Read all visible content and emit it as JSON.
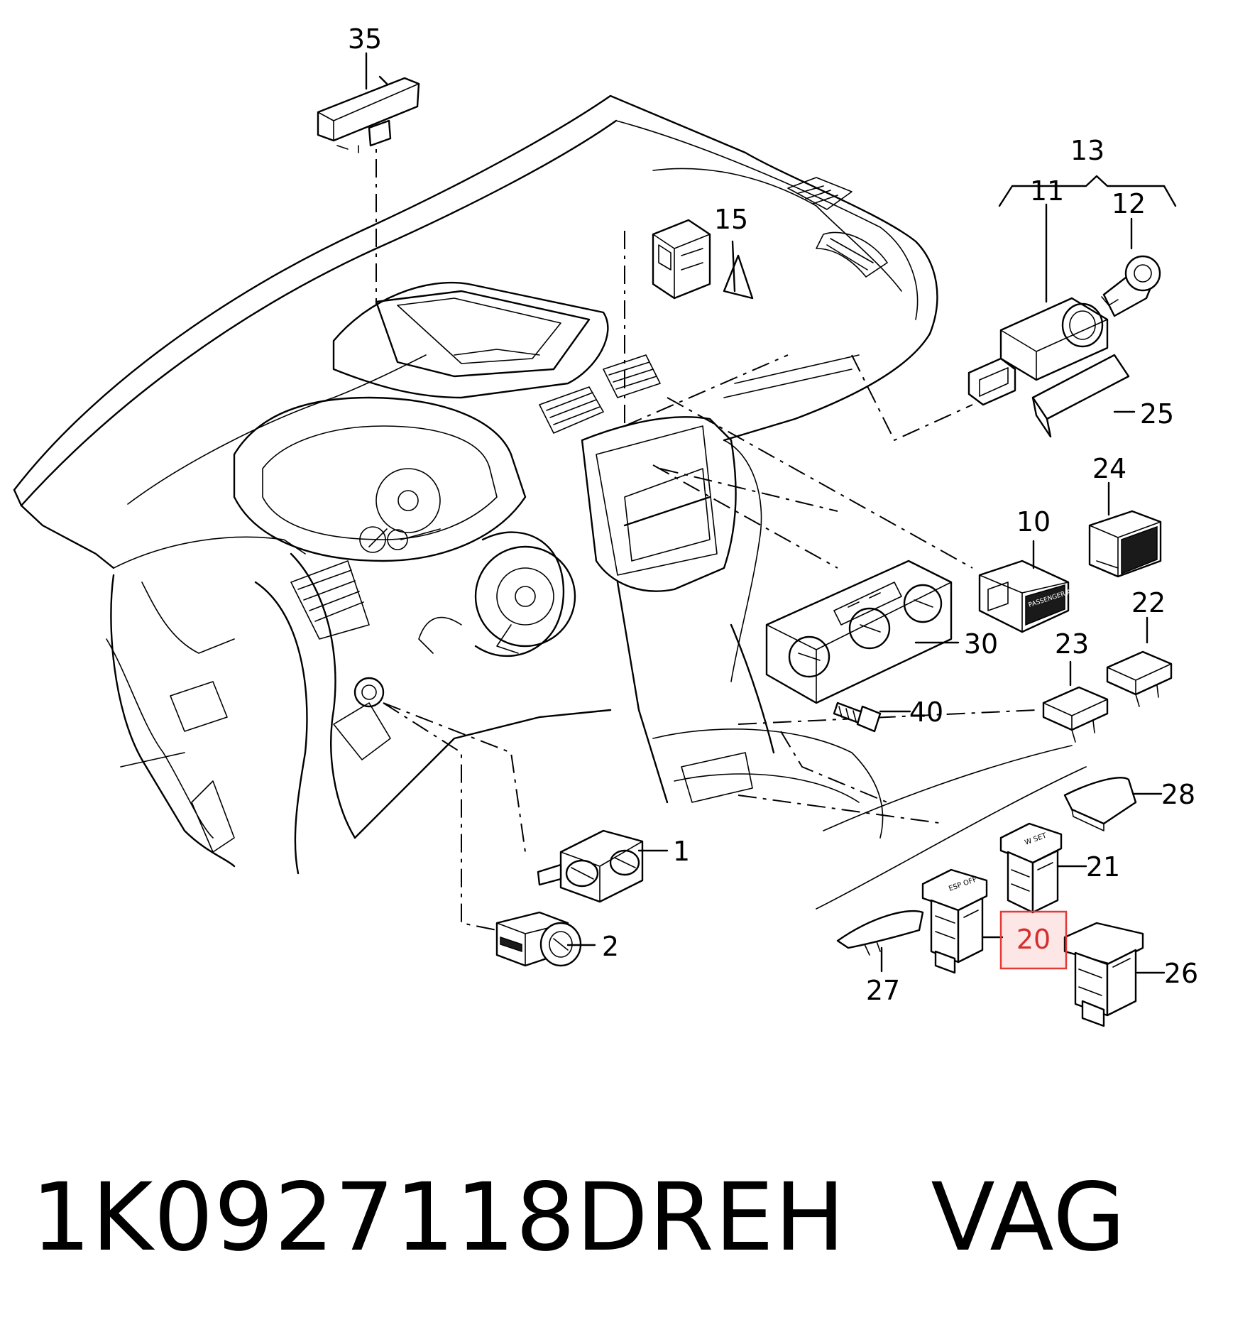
{
  "diagram": {
    "callouts": [
      {
        "id": "35",
        "label": "35"
      },
      {
        "id": "15",
        "label": "15"
      },
      {
        "id": "13",
        "label": "13"
      },
      {
        "id": "11",
        "label": "11"
      },
      {
        "id": "12",
        "label": "12"
      },
      {
        "id": "25",
        "label": "25"
      },
      {
        "id": "24",
        "label": "24"
      },
      {
        "id": "10",
        "label": "10"
      },
      {
        "id": "22",
        "label": "22"
      },
      {
        "id": "23",
        "label": "23"
      },
      {
        "id": "30",
        "label": "30"
      },
      {
        "id": "40",
        "label": "40"
      },
      {
        "id": "28",
        "label": "28"
      },
      {
        "id": "1",
        "label": "1"
      },
      {
        "id": "21",
        "label": "21"
      },
      {
        "id": "20",
        "label": "20",
        "highlighted": true
      },
      {
        "id": "2",
        "label": "2"
      },
      {
        "id": "26",
        "label": "26"
      },
      {
        "id": "27",
        "label": "27"
      }
    ],
    "switch_labels": {
      "esp_off": "ESP OFF",
      "w_set": "W SET",
      "passenger_airbag": "PASSENGER AIRBAG OFF"
    },
    "highlight_color": "#e53935"
  },
  "caption": {
    "part_number": "1K0927118DREH",
    "brand": "VAG"
  }
}
